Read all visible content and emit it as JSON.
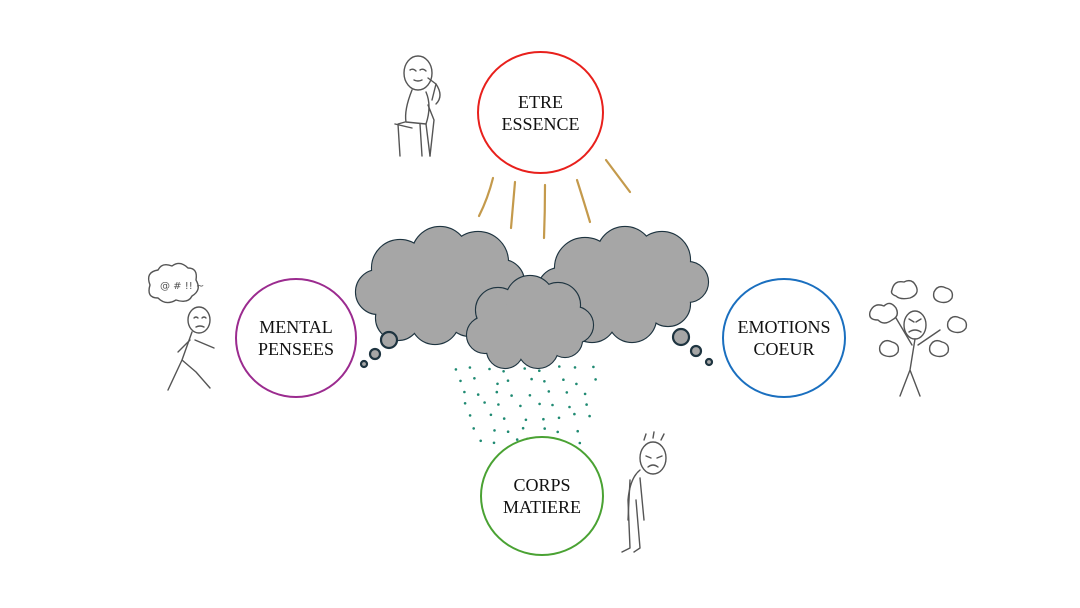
{
  "nodes": {
    "etre": {
      "line1": "ETRE",
      "line2": "ESSENCE",
      "color": "#e8201c"
    },
    "mental": {
      "line1": "MENTAL",
      "line2": "PENSEES",
      "color": "#9b2b8f"
    },
    "emotions": {
      "line1": "EMOTIONS",
      "line2": "COEUR",
      "color": "#1a6fbf"
    },
    "corps": {
      "line1": "CORPS",
      "line2": "MATIERE",
      "color": "#4aa233"
    }
  },
  "colors": {
    "cloud_fill": "#a6a6a6",
    "cloud_stroke": "#1e3440",
    "sun_rays": "#c49a4c",
    "rain_dots": "#1f8a72",
    "sketch": "#555555"
  },
  "icons": [
    "thinking-person-icon",
    "confused-walking-person-icon",
    "angry-person-icon",
    "sad-person-icon",
    "storm-cloud-icon",
    "sun-ray-icon",
    "rain-icon"
  ]
}
